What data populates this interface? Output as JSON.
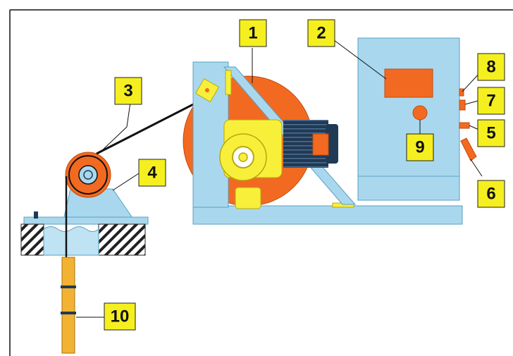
{
  "colors": {
    "frame_blue": "#a9d8ee",
    "drum_orange": "#f26a21",
    "gearbox_yellow": "#f8ef3a",
    "motor_dark": "#203a55",
    "callout_yellow": "#f5ef1f"
  },
  "callouts": [
    {
      "id": "c1",
      "label": "1"
    },
    {
      "id": "c2",
      "label": "2"
    },
    {
      "id": "c3",
      "label": "3"
    },
    {
      "id": "c4",
      "label": "4"
    },
    {
      "id": "c5",
      "label": "5"
    },
    {
      "id": "c6",
      "label": "6"
    },
    {
      "id": "c7",
      "label": "7"
    },
    {
      "id": "c8",
      "label": "8"
    },
    {
      "id": "c9",
      "label": "9"
    },
    {
      "id": "c10",
      "label": "10"
    }
  ]
}
